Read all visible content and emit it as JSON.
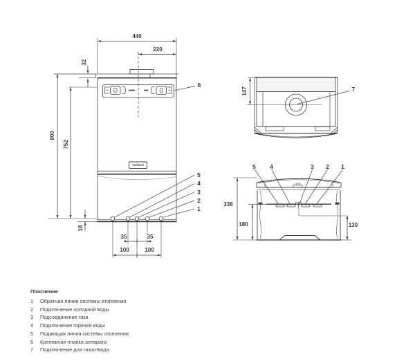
{
  "colors": {
    "line": "#3f3f3f",
    "line_bold": "#333333",
    "text": "#3a3a3a",
    "bg": "#ffffff"
  },
  "front_view": {
    "logo": "Vaillant",
    "dimensions": {
      "total_width": "440",
      "half_width": "220",
      "top_offset": "32",
      "total_height": "800",
      "bracket_height": "752",
      "bottom_offset": "18",
      "pitch_inner_left": "35",
      "pitch_inner_right": "35",
      "pitch_outer_left": "100",
      "pitch_outer_right": "100"
    },
    "callouts": {
      "bracket": "6",
      "c5": "5",
      "c4": "4",
      "c3": "3",
      "c2": "2",
      "c1": "1"
    }
  },
  "top_view": {
    "dimensions": {
      "flue_offset": "147"
    },
    "callouts": {
      "flue": "7"
    }
  },
  "bottom_view": {
    "dimensions": {
      "depth_total": "338",
      "depth_left": "180",
      "depth_right": "130"
    },
    "callouts": {
      "c5": "5",
      "c4": "4",
      "c3": "3",
      "c2": "2",
      "c1": "1"
    }
  },
  "legend": {
    "title": "Пояснение",
    "items": [
      {
        "num": "1",
        "label": "Обратная линия системы отопления"
      },
      {
        "num": "2",
        "label": "Подключение холодной воды"
      },
      {
        "num": "3",
        "label": "Подсоединение газа"
      },
      {
        "num": "4",
        "label": "Подключение горячей воды"
      },
      {
        "num": "5",
        "label": "Подающая линия системы отопления"
      },
      {
        "num": "6",
        "label": "Крепежная планка аппарата"
      },
      {
        "num": "7",
        "label": "Подключение для газоотвода"
      }
    ]
  }
}
